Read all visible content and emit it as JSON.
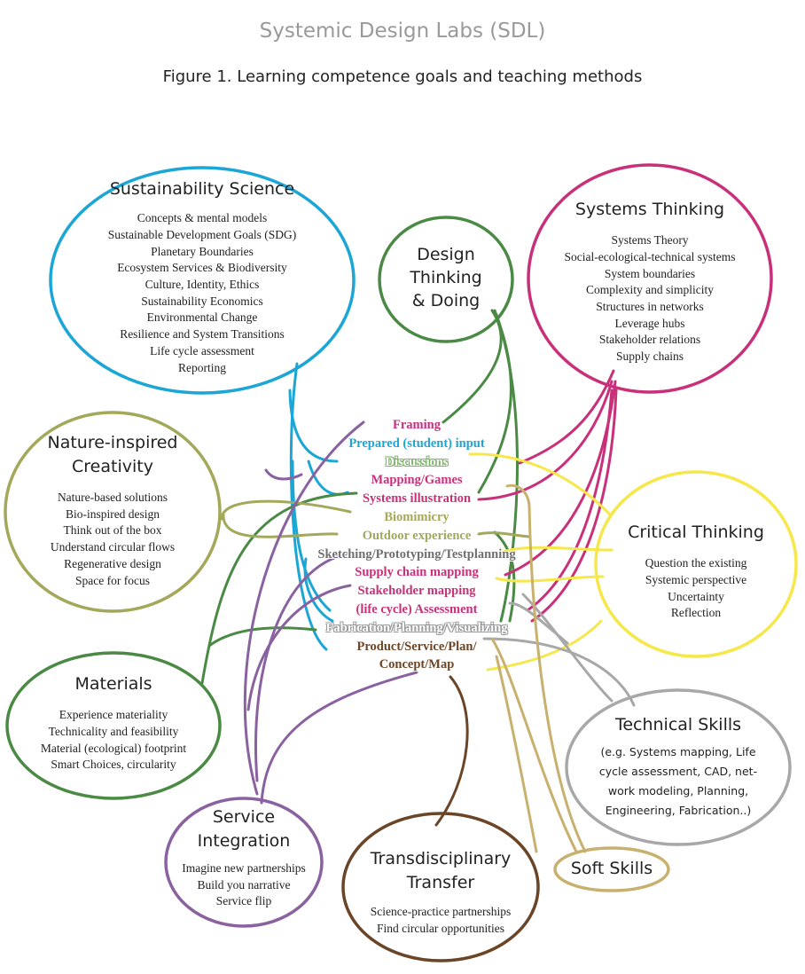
{
  "header": {
    "title": "Systemic Design Labs (SDL)",
    "caption": "Figure 1. Learning competence goals and teaching methods"
  },
  "colors": {
    "sustainability": "#1ba6d6",
    "systems": "#c8317a",
    "design": "#4a8a44",
    "nature": "#a3a85a",
    "critical": "#f6e84a",
    "materials": "#4a8a44",
    "technical": "#a8a8a8",
    "service": "#8a62a0",
    "transfer": "#6b4527",
    "soft": "#c8b06e"
  },
  "bubbles": {
    "sustainability": {
      "title": "Sustainability Science",
      "items": [
        "Concepts & mental models",
        "Sustainable Development Goals (SDG)",
        "Planetary Boundaries",
        "Ecosystem Services & Biodiversity",
        "Culture, Identity, Ethics",
        "Sustainability Economics",
        "Environmental Change",
        "Resilience and System Transitions",
        "Life cycle assessment",
        "Reporting"
      ]
    },
    "systems": {
      "title": "Systems Thinking",
      "items": [
        "Systems Theory",
        "Social-ecological-technical systems",
        "System boundaries",
        "Complexity and simplicity",
        "Structures in networks",
        "Leverage hubs",
        "Stakeholder relations",
        "Supply chains"
      ]
    },
    "design": {
      "title": "Design\nThinking\n& Doing"
    },
    "nature": {
      "title": "Nature-inspired\nCreativity",
      "items": [
        "Nature-based solutions",
        "Bio-inspired design",
        "Think out of the box",
        "Understand circular flows",
        "Regenerative design",
        "Space for focus"
      ]
    },
    "critical": {
      "title": "Critical Thinking",
      "items": [
        "Question the existing",
        "Systemic perspective",
        "Uncertainty",
        "Reflection"
      ]
    },
    "materials": {
      "title": "Materials",
      "items": [
        "Experience materiality",
        "Technicality and feasibility",
        "Material (ecological) footprint",
        "Smart Choices, circularity"
      ]
    },
    "technical": {
      "title": "Technical Skills",
      "items": [
        "(e.g. Systems mapping, Life",
        "cycle assessment, CAD, net-",
        "work modeling, Planning,",
        "Engineering, Fabrication..)"
      ]
    },
    "service": {
      "title": "Service\nIntegration",
      "items": [
        "Imagine new partnerships",
        "Build you narrative",
        "Service flip"
      ]
    },
    "transfer": {
      "title": "Transdisciplinary\nTransfer",
      "items": [
        "Science-practice partnerships",
        "Find circular opportunities"
      ]
    },
    "soft": {
      "title": "Soft Skills"
    }
  },
  "methods": [
    {
      "label": "Framing",
      "color": "#c8317a",
      "style": "hl-white"
    },
    {
      "label": "Prepared (student) input",
      "color": "#1ba6d6",
      "style": "hl-white"
    },
    {
      "label": "Discussions",
      "color": "#ffffff",
      "style": "hl-green"
    },
    {
      "label": "Mapping/Games",
      "color": "#c8317a",
      "style": "hl-white"
    },
    {
      "label": "Systems illustration",
      "color": "#c8317a",
      "style": "hl-white"
    },
    {
      "label": "Biomimicry",
      "color": "#a3a85a",
      "style": "hl-white"
    },
    {
      "label": "Outdoor experience",
      "color": "#a3a85a",
      "style": "hl-white"
    },
    {
      "label": "Sketching/Prototyping/Testplanning",
      "color": "#6f6f6f",
      "style": "hl-white"
    },
    {
      "label": "Supply chain mapping",
      "color": "#c8317a",
      "style": "hl-white"
    },
    {
      "label": "Stakeholder mapping",
      "color": "#c8317a",
      "style": "hl-white"
    },
    {
      "label": "(life cycle) Assessment",
      "color": "#c8317a",
      "style": "hl-white"
    },
    {
      "label": "Fabrication/Planning/Visualizing",
      "color": "#ffffff",
      "style": "hl-gray"
    },
    {
      "label": "Product/Service/Plan/",
      "color": "#6b4527",
      "style": "hl-white"
    },
    {
      "label": "Concept/Map",
      "color": "#6b4527",
      "style": "hl-white"
    }
  ]
}
